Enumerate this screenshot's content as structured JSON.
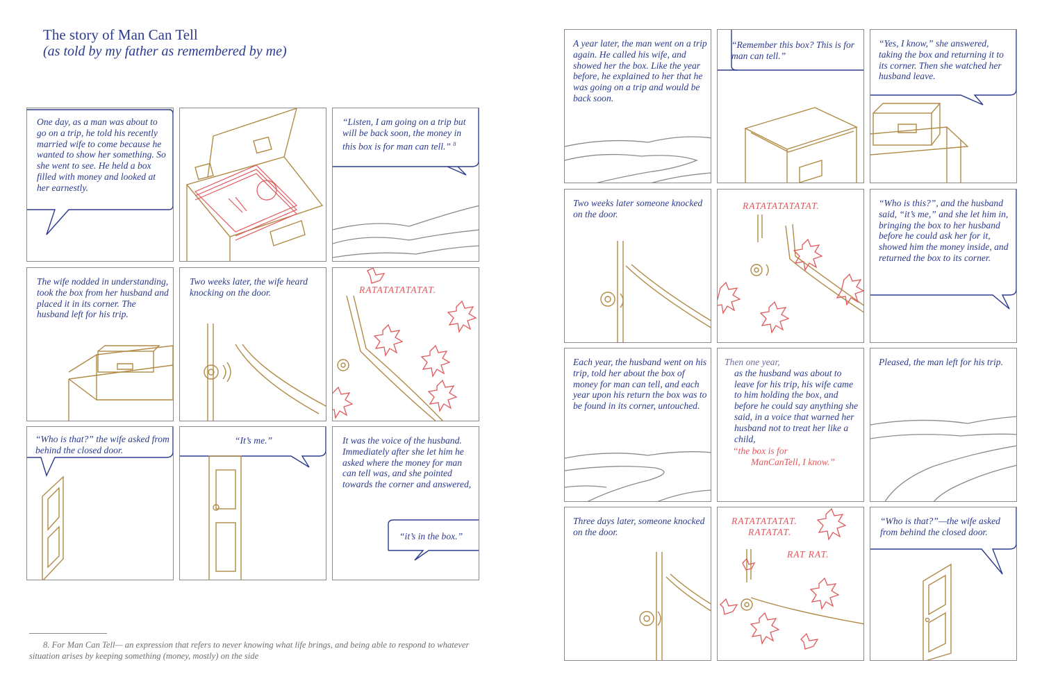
{
  "title": "The story of Man Can Tell",
  "subtitle": "(as told by my father as remembered by me)",
  "colors": {
    "ink": "#2b3a8c",
    "gold": "#b08a45",
    "red": "#e2575a",
    "frame": "#8a8a8a"
  },
  "panels_left": {
    "p1": "One day, as a man was about to go on a trip, he told his recently married wife to come because he wanted to show her something. So she went to see. He held a box filled with money and looked at her earnestly.",
    "p3": "“Listen, I am going on a trip but will be back soon, the money in this box is for man can tell.”",
    "p3_note": "8",
    "p4": "The wife nodded in understanding, took the box from her husband and placed it in its corner. The husband left for his trip.",
    "p5": "Two weeks later, the wife heard knocking on the door.",
    "p6_sfx": "RATATATATATAT.",
    "p7": "“Who is that?” the wife asked from behind the closed door.",
    "p8": "“It’s me.”",
    "p9": "It was the voice of the husband. Immediately after she let him he asked  where the money for man can tell was, and she pointed towards the corner and answered,",
    "p9_quote": "“it’s in the box.”"
  },
  "panels_right": {
    "r1": "A year later, the man went on a trip again. He called his wife, and showed her the box. Like the year before, he explained to her that he was going on a trip and would be back soon.",
    "r2": "“Remember this box? This is for man can tell.”",
    "r3": "“Yes, I know,” she answered, taking the box and returning it to its corner. Then she watched her husband leave.",
    "r4": "Two weeks later someone knocked on the door.",
    "r5_sfx": "RATATATATATAT.",
    "r6": "“Who is this?”, and the husband said, “it’s me,” and she let him in, bringing the box to her husband before he could ask her for it, showed him the money inside, and returned the box to its corner.",
    "r7": "Each year, the husband went on his trip, told her about the box of money for man can tell, and each year upon his return the box was to be found in its corner, untouched.",
    "r8_line1": "Then one year,",
    "r8_body": "as the husband was about to leave for his trip, his wife came to him holding the box, and before he could say anything she said, in a voice that warned her husband not to treat her like a child,",
    "r8_quote1": "“the box is for",
    "r8_quote2": "ManCanTell, I know.”",
    "r9": "Pleased, the man left for his trip.",
    "r10": "Three days later, someone knocked on the door.",
    "r11_sfx1": "RATATATATAT.",
    "r11_sfx2": "RATATAT.",
    "r11_sfx3": "RAT RAT.",
    "r12": "“Who is that?”—the wife asked from behind the closed door."
  },
  "footnote": "8. For Man Can Tell— an expression that refers to never knowing what life brings, and being able to respond to whatever situation arises by keeping something (money, mostly) on the side"
}
